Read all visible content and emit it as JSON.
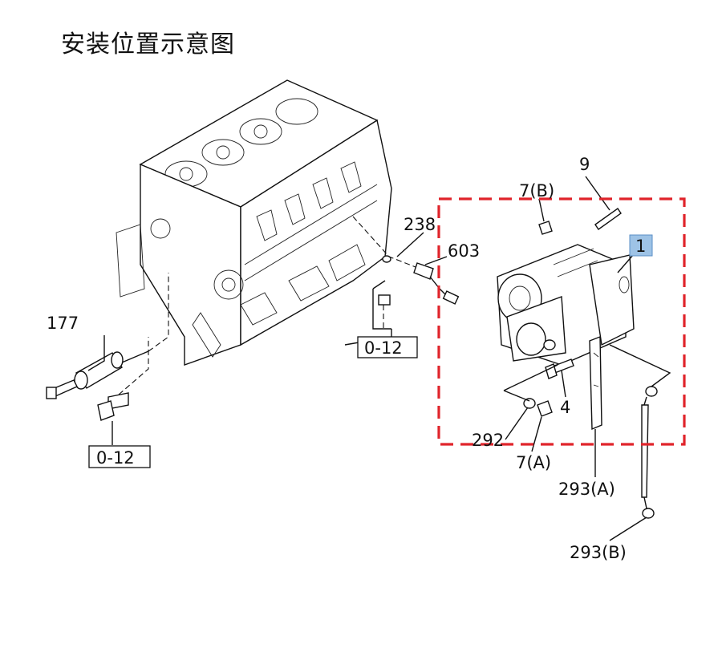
{
  "title": "安装位置示意图",
  "callouts": {
    "p177": "177",
    "p238": "238",
    "p603": "603",
    "p9": "9",
    "p7b": "7(B)",
    "p1": "1",
    "p4": "4",
    "p292": "292",
    "p7a": "7(A)",
    "p293a": "293(A)",
    "p293b": "293(B)"
  },
  "references": {
    "ref_left": "0-12",
    "ref_center": "0-12"
  },
  "colors": {
    "highlight_box": "#e0242b",
    "selected_callout_bg": "#9ec3e6",
    "line": "#111111"
  }
}
